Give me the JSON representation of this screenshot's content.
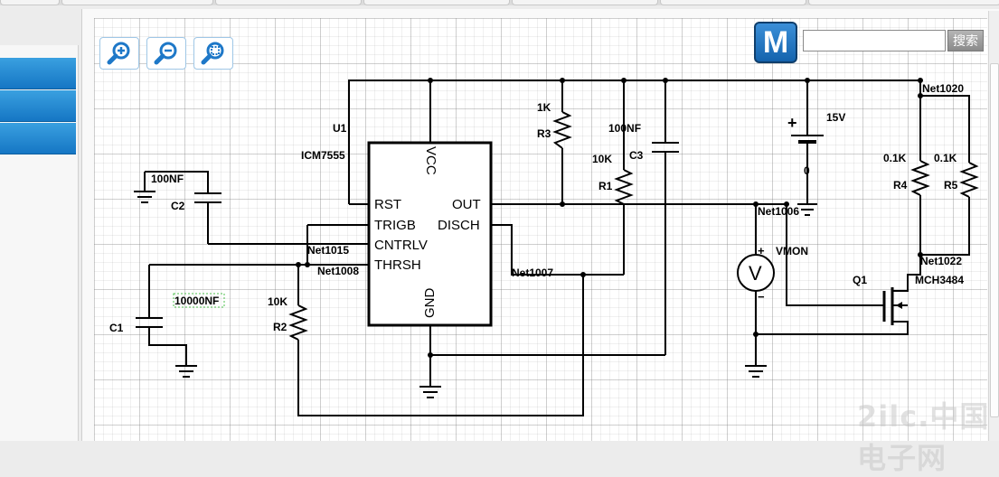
{
  "toolbar": {
    "zoom_in": "zoom-in-icon",
    "zoom_out": "zoom-out-icon",
    "zoom_fit": "zoom-fit-icon"
  },
  "search": {
    "logo_letter": "M",
    "placeholder": "",
    "value": "",
    "button_label": "搜索"
  },
  "watermark": "2ilc.中国电子网",
  "schematic": {
    "components": {
      "u1_ref": "U1",
      "u1_part": "ICM7555",
      "u1_pins": {
        "vcc": "VCC",
        "rst": "RST",
        "out": "OUT",
        "trigb": "TRIGB",
        "disch": "DISCH",
        "cntrlv": "CNTRLV",
        "thrsh": "THRSH",
        "gnd": "GND"
      },
      "c2_ref": "C2",
      "c2_val": "100NF",
      "c1_ref": "C1",
      "c1_val": "10000NF",
      "r2_ref": "R2",
      "r2_val": "10K",
      "r3_ref": "R3",
      "r3_val": "1K",
      "r1_ref": "R1",
      "r1_val": "10K",
      "c3_ref": "C3",
      "c3_val": "100NF",
      "v1_val": "15V",
      "v1_zero": "0",
      "r4_ref": "R4",
      "r4_val": "0.1K",
      "r5_ref": "R5",
      "r5_val": "0.1K",
      "q1_ref": "Q1",
      "q1_part": "MCH3484",
      "meter_label": "V",
      "meter_name": "VMON",
      "meter_plus": "+",
      "meter_minus": "−",
      "battery_plus": "+"
    },
    "nets": {
      "net1015": "Net1015",
      "net1008": "Net1008",
      "net1007": "Net1007",
      "net1006": "Net1006",
      "net1020": "Net1020",
      "net1022": "Net1022"
    }
  }
}
